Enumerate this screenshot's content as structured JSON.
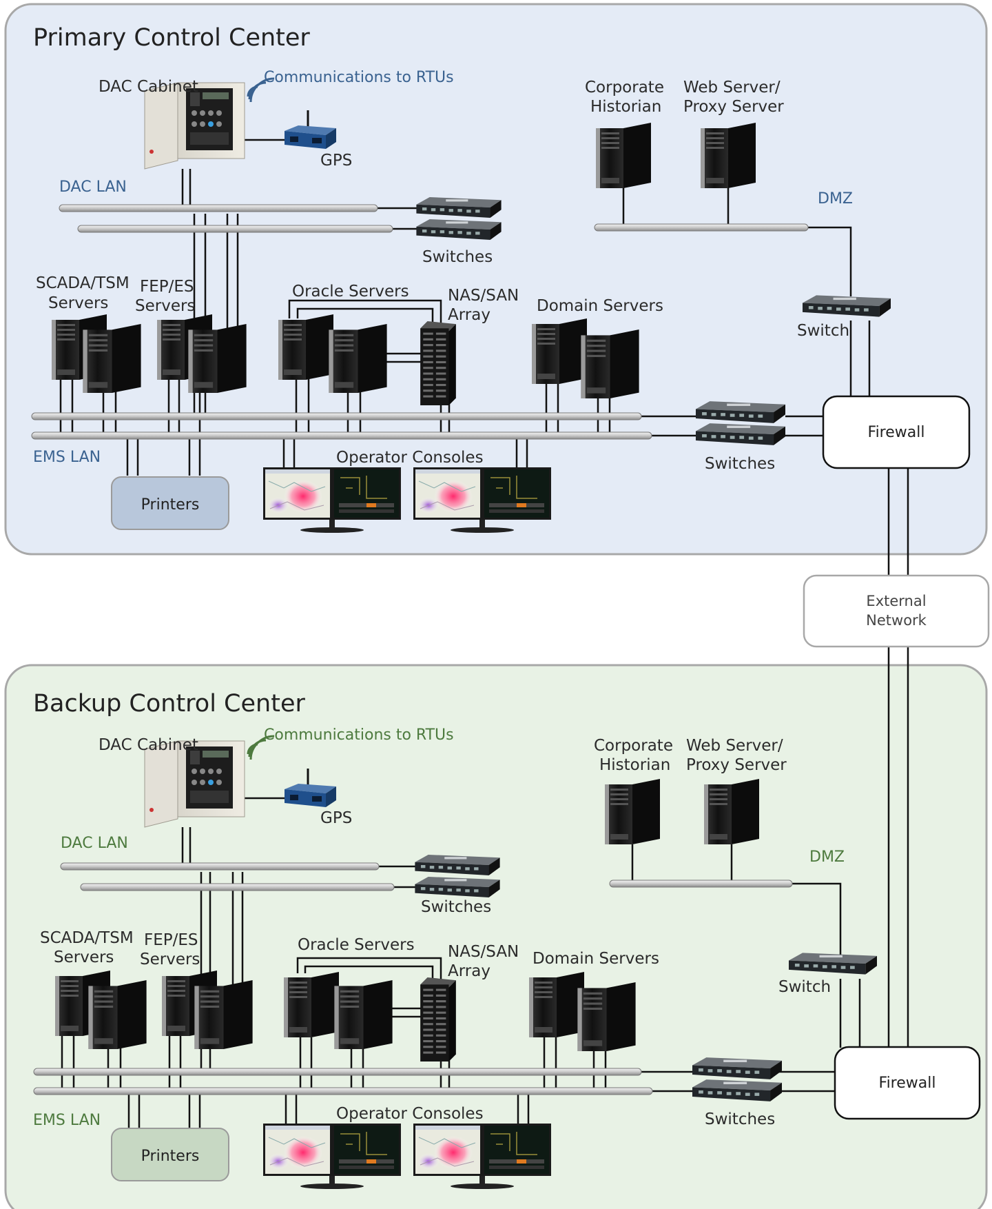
{
  "colors": {
    "primary_bg": "#e4ebf6",
    "backup_bg": "#e8f2e5",
    "panel_border": "#a8a8a8",
    "primary_accent": "#3a6290",
    "backup_accent": "#4d7a3e",
    "printers_primary_fill": "#b8c7db",
    "printers_backup_fill": "#c7d8c3",
    "line": "#111111"
  },
  "primary": {
    "title": "Primary Control Center",
    "dac_cabinet": "DAC Cabinet",
    "comms": "Communications to RTUs",
    "gps": "GPS",
    "dac_lan": "DAC LAN",
    "switches_top": "Switches",
    "scada_1": "SCADA/TSM",
    "scada_2": "Servers",
    "fep_1": "FEP/ES",
    "fep_2": "Servers",
    "oracle": "Oracle Servers",
    "nas_1": "NAS/SAN",
    "nas_2": "Array",
    "domain": "Domain Servers",
    "corp_1": "Corporate",
    "corp_2": "Historian",
    "web_1": "Web Server/",
    "web_2": "Proxy Server",
    "dmz": "DMZ",
    "switch_single": "Switch",
    "firewall": "Firewall",
    "switches_bottom": "Switches",
    "ems_lan": "EMS LAN",
    "printers": "Printers",
    "operator_consoles": "Operator Consoles"
  },
  "external": {
    "line1": "External",
    "line2": "Network"
  },
  "backup": {
    "title": "Backup Control Center",
    "dac_cabinet": "DAC Cabinet",
    "comms": "Communications to RTUs",
    "gps": "GPS",
    "dac_lan": "DAC LAN",
    "switches_top": "Switches",
    "scada_1": "SCADA/TSM",
    "scada_2": "Servers",
    "fep_1": "FEP/ES",
    "fep_2": "Servers",
    "oracle": "Oracle Servers",
    "nas_1": "NAS/SAN",
    "nas_2": "Array",
    "domain": "Domain Servers",
    "corp_1": "Corporate",
    "corp_2": "Historian",
    "web_1": "Web Server/",
    "web_2": "Proxy Server",
    "dmz": "DMZ",
    "switch_single": "Switch",
    "firewall": "Firewall",
    "switches_bottom": "Switches",
    "ems_lan": "EMS LAN",
    "printers": "Printers",
    "operator_consoles": "Operator Consoles"
  }
}
